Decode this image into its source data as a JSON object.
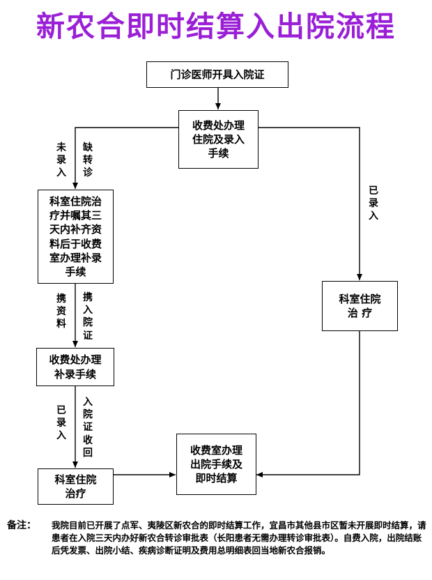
{
  "title": "新农合即时结算入出院流程",
  "nodes": {
    "outpatient": "门诊医师开具入院证",
    "register": "收费处办理\n住院及录入\n手续",
    "dept_missing": "科室住院治\n疗并嘱其三\n天内补齐资\n料后于收费\n室办理补录\n手续",
    "supplement": "收费处办理\n补录手续",
    "dept_done": "科室住院\n治疗",
    "dept_right": "科室住院\n治  疗",
    "discharge": "收费室办理\n出院手续及\n即时结算"
  },
  "edges": {
    "not_entered": "未录入",
    "missing_referral": "缺转诊",
    "already_entered_right": "已录入",
    "bring_docs": "携资料",
    "bring_admission": "携入院证",
    "already_entered_left": "已录入",
    "admission_returned": "入院证收回"
  },
  "note": {
    "label": "备注：",
    "text": "我院目前已开展了点军、夷陵区新农合的即时结算工作，宜昌市其他县市区暂未开展即时结算，请患者在入院三天内办好新农合转诊审批表（长阳患者无需办理转诊审批表）。自费入院，出院结账后凭发票、出院小结、疾病诊断证明及费用总明细表回当地新农合报销。"
  }
}
